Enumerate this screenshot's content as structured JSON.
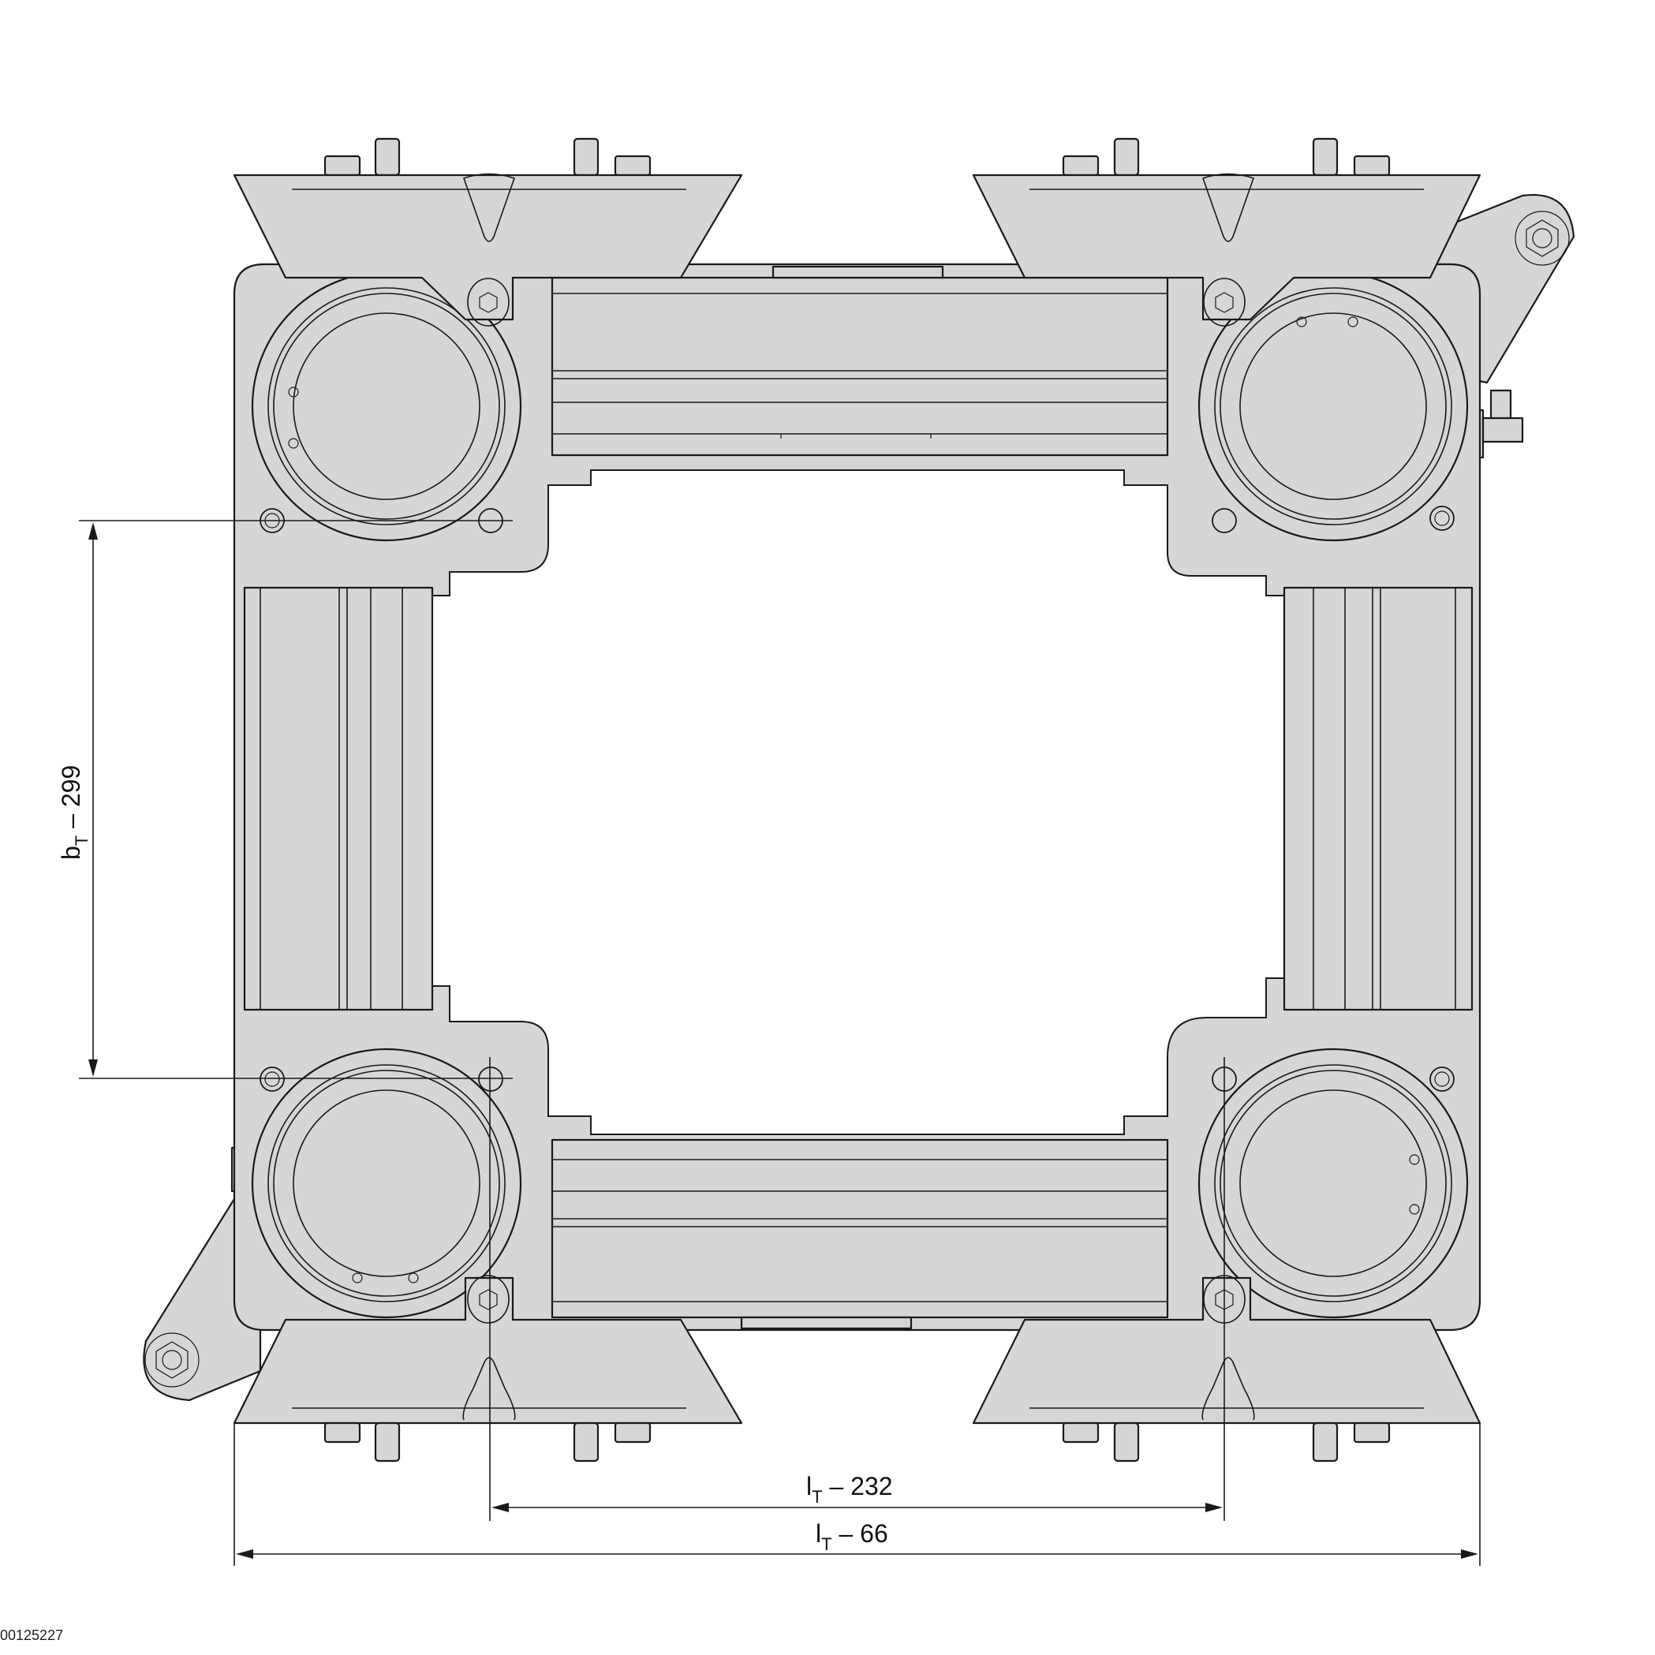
{
  "drawing": {
    "type": "technical-dimension-drawing",
    "subject": "square frame carrier with four corner modules, top view",
    "colors": {
      "part_fill": "#d6d6d6",
      "line": "#1a1a1a",
      "background": "#ffffff"
    }
  },
  "dimensions": {
    "bt_299": {
      "var": "b",
      "sub": "T",
      "rest": " – 299"
    },
    "lt_232": {
      "var": "l",
      "sub": "T",
      "rest": " – 232"
    },
    "lt_66": {
      "var": "l",
      "sub": "T",
      "rest": " – 66"
    }
  },
  "document_id": "00125227"
}
